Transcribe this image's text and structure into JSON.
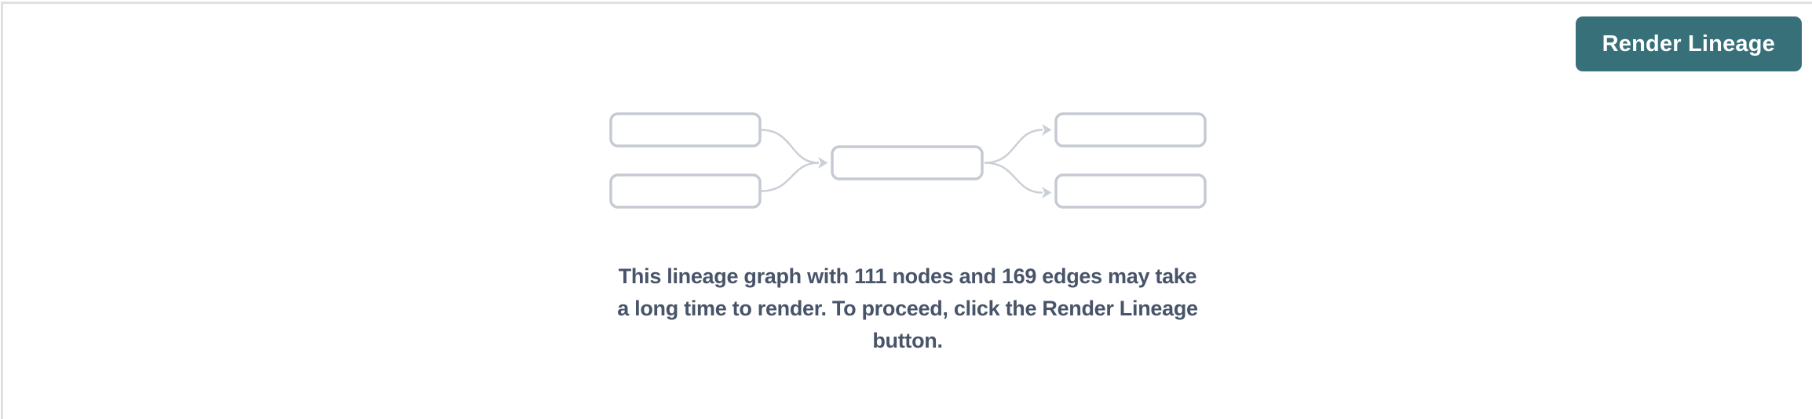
{
  "page": {
    "background_color": "#ffffff",
    "panel_border_color": "#dfe0e4"
  },
  "toolbar": {
    "render_lineage_button": "Render Lineage",
    "button_color": "#38707a",
    "button_text_color": "#ffffff"
  },
  "empty_state": {
    "message": "This lineage graph with 111 nodes and 169 edges may take\na long time to render. To proceed, click the Render Lineage\nbutton.",
    "message_color": "#485469",
    "stats": {
      "nodes": 111,
      "edges": 169
    },
    "illustration": {
      "name": "lineage-graph-placeholder",
      "upstream_nodes": 2,
      "center_nodes": 1,
      "downstream_nodes": 2,
      "box_border_color": "#c5cad3",
      "arrow_color": "#cbcfd7",
      "box_fill": "#ffffff"
    }
  }
}
